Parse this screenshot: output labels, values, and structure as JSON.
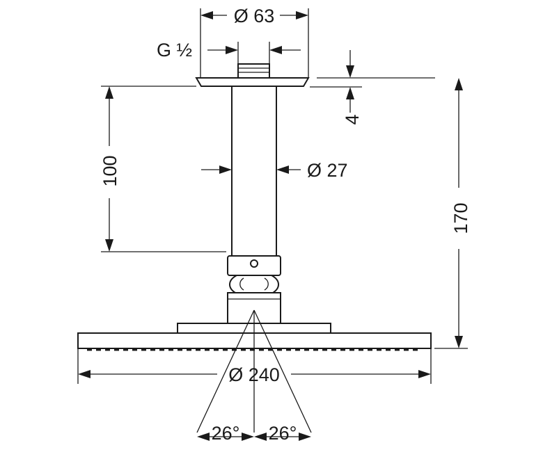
{
  "dimensions": {
    "mount_diameter": "Ø 63",
    "thread": "G ½",
    "flange_thickness": "4",
    "arm_length": "100",
    "arm_diameter": "Ø 27",
    "total_height": "170",
    "head_diameter": "Ø 240",
    "spray_angle_left": "26°",
    "spray_angle_right": "26°"
  },
  "colors": {
    "line": "#1a1a1a",
    "background": "#ffffff"
  }
}
